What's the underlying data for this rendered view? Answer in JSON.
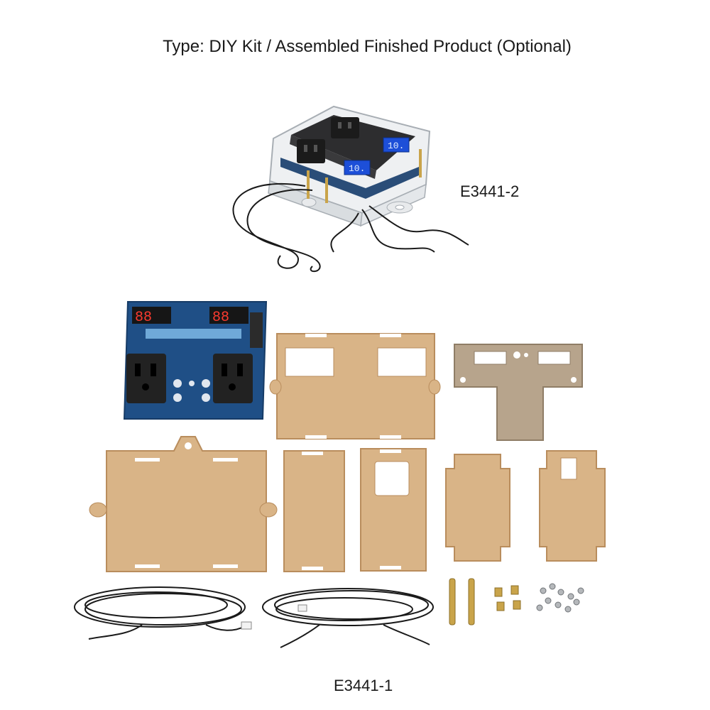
{
  "heading": "Type: DIY Kit / Assembled Finished Product (Optional)",
  "labels": {
    "assembled": "E3441-2",
    "kit": "E3441-1"
  },
  "display_digits": "88",
  "display_readout": "10.",
  "colors": {
    "acrylic": "#d9b487",
    "acrylic_edge": "#b98d5d",
    "gray_plate": "#b7a48c",
    "pcb": "#1f4f86",
    "socket": "#222222",
    "brass": "#c9a44a",
    "cable": "#1a1a1a"
  }
}
